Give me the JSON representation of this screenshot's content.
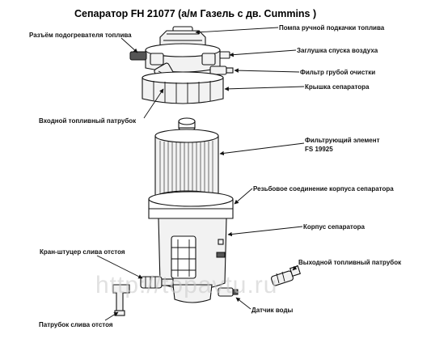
{
  "title": "Сепаратор FH 21077 (а/м Газель с дв. Cummins )",
  "watermark": "http://topavtu.ru",
  "labels": {
    "heater_connector": "Разъём подогревателя топлива",
    "hand_pump": "Помпа ручной подкачки топлива",
    "air_plug": "Заглушка спуска воздуха",
    "coarse_filter": "Фильтр грубой очистки",
    "separator_cover": "Крышка сепаратора",
    "inlet_pipe": "Входной топливный патрубок",
    "filter_element": "Фильтрующий элемент",
    "filter_element_code": "FS 19925",
    "threaded_joint": "Резьбовое соединение корпуса сепаратора",
    "separator_body": "Корпус сепаратора",
    "drain_valve": "Кран-штуцер слива отстоя",
    "outlet_pipe": "Выходной топливный патрубок",
    "water_sensor": "Датчик воды",
    "drain_pipe": "Патрубок слива отстоя"
  }
}
